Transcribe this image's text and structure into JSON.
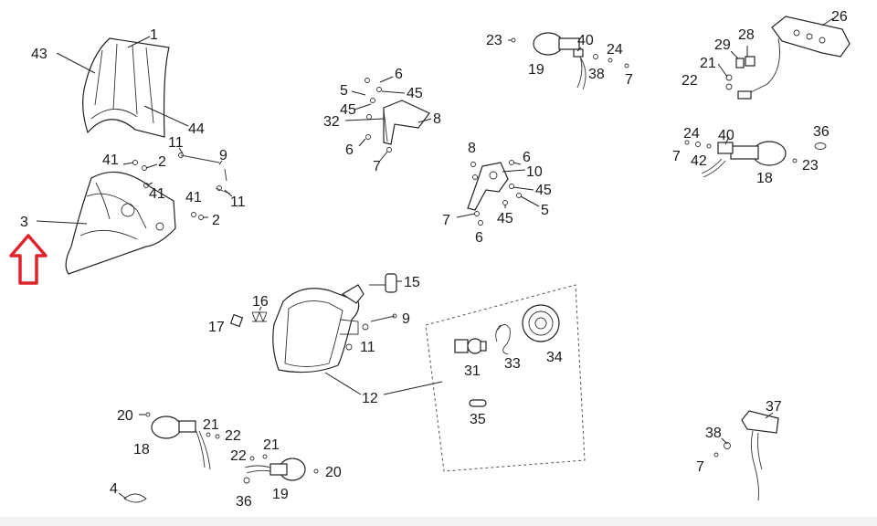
{
  "labels": {
    "l43a": "43",
    "l1a": "1",
    "l44a": "44",
    "l41a": "41",
    "l2a": "2",
    "l41b": "41",
    "l11a": "11",
    "l9a": "9",
    "l11b": "11",
    "l41c": "41",
    "l2b": "2",
    "l3a": "3",
    "l6a": "6",
    "l5a": "5",
    "l45a": "45",
    "l45b": "45",
    "l32a": "32",
    "l8a": "8",
    "l6b": "6",
    "l7a": "7",
    "l23a": "23",
    "l40a": "40",
    "l24a": "24",
    "l19a": "19",
    "l38a": "38",
    "l7b": "7",
    "l26a": "26",
    "l28a": "28",
    "l29a": "29",
    "l21a": "21",
    "l22a": "22",
    "l8b": "8",
    "l6c": "6",
    "l10a": "10",
    "l45c": "45",
    "l5b": "5",
    "l7c": "7",
    "l45d": "45",
    "l6d": "6",
    "l24b": "24",
    "l40b": "40",
    "l36a": "36",
    "l7d": "7",
    "l42a": "42",
    "l18a": "18",
    "l23b": "23",
    "l16a": "16",
    "l17a": "17",
    "l15a": "15",
    "l9b": "9",
    "l11c": "11",
    "l12a": "12",
    "l31a": "31",
    "l33a": "33",
    "l34a": "34",
    "l35a": "35",
    "l20a": "20",
    "l21b": "21",
    "l22b": "22",
    "l18b": "18",
    "l22c": "22",
    "l21c": "21",
    "l20b": "20",
    "l4a": "4",
    "l36b": "36",
    "l19b": "19",
    "l37a": "37",
    "l38b": "38",
    "l7e": "7"
  },
  "colors": {
    "arrow": "#e0242b",
    "line": "#222222",
    "background": "#ffffff"
  }
}
